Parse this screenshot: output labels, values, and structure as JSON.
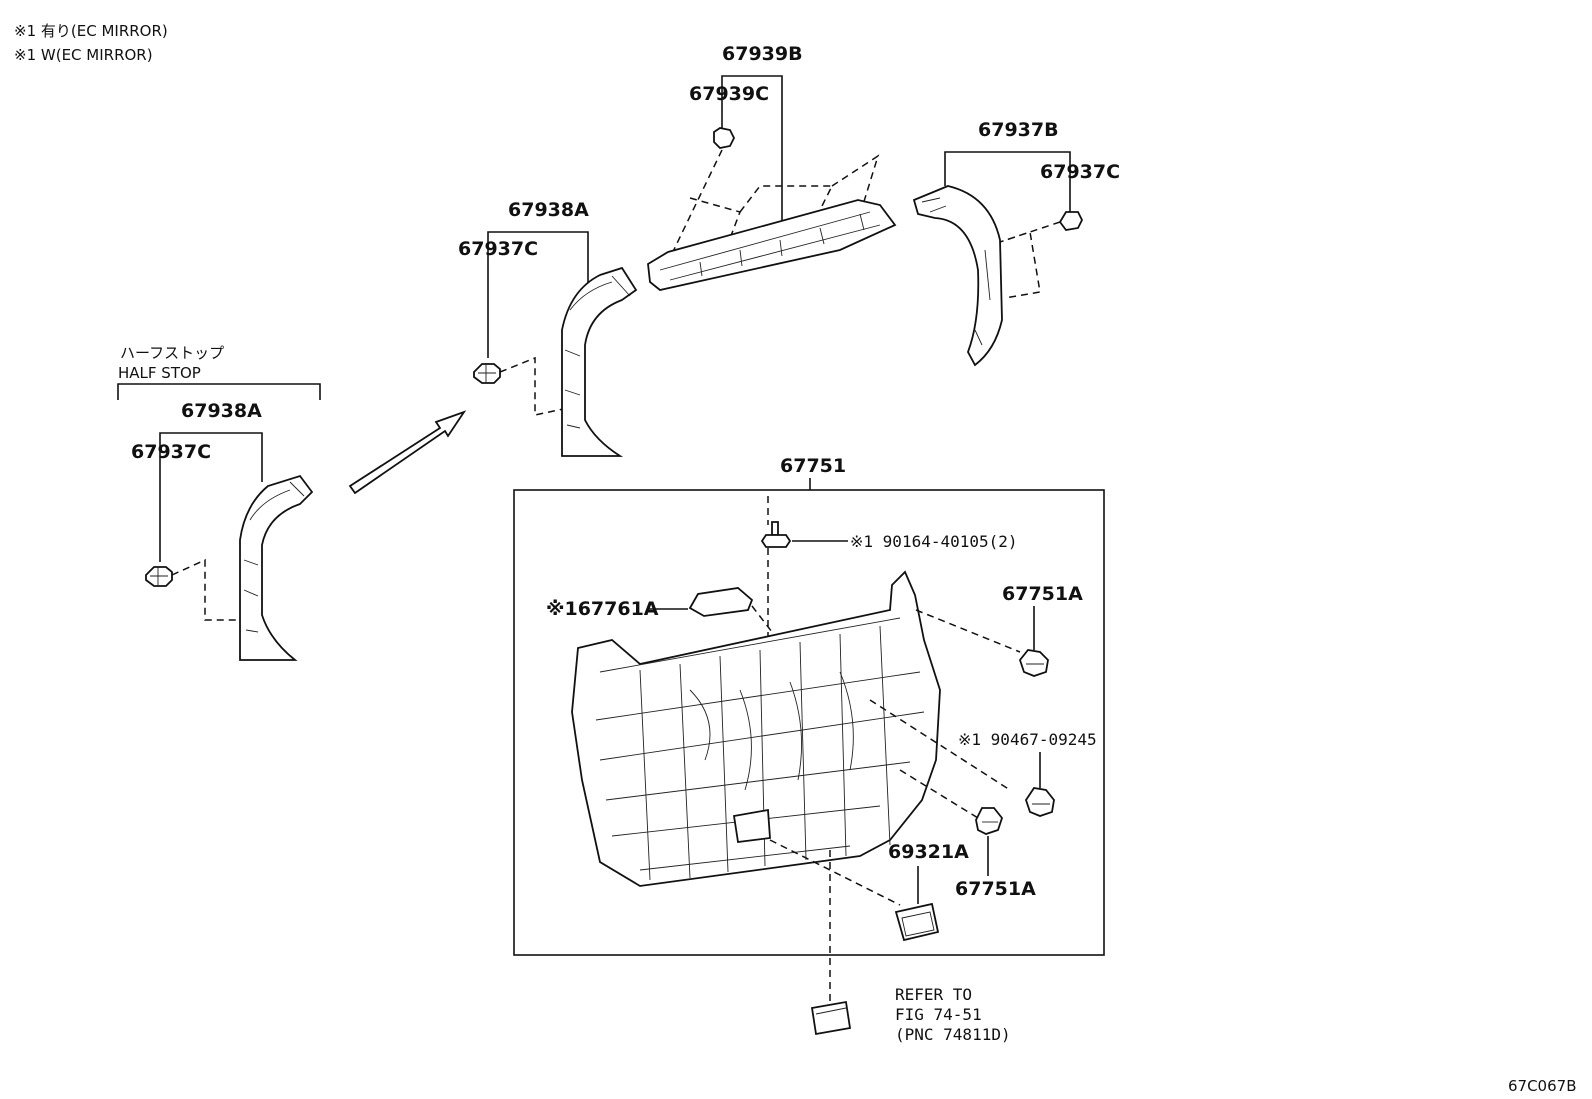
{
  "notes": {
    "note_with": "※1 有り(EC MIRROR)",
    "note_without": "※1 W(EC MIRROR)"
  },
  "half_stop": {
    "label_jp": "ハーフストップ",
    "label_en": "HALF STOP"
  },
  "parts": {
    "p67939B": "67939B",
    "p67939C": "67939C",
    "p67937B": "67937B",
    "p67937C_right": "67937C",
    "p67938A_top": "67938A",
    "p67937C_top": "67937C",
    "p67938A_left": "67938A",
    "p67937C_left": "67937C",
    "p67751": "67751",
    "p90164": "※1 90164-40105(2)",
    "p67761A": "※167761A",
    "p67751A_top": "67751A",
    "p90467": "※1 90467-09245",
    "p69321A": "69321A",
    "p67751A_bottom": "67751A"
  },
  "refer": {
    "line1": "REFER TO",
    "line2": "FIG 74-51",
    "line3": "(PNC 74811D)"
  },
  "figure_code": "67C067B"
}
